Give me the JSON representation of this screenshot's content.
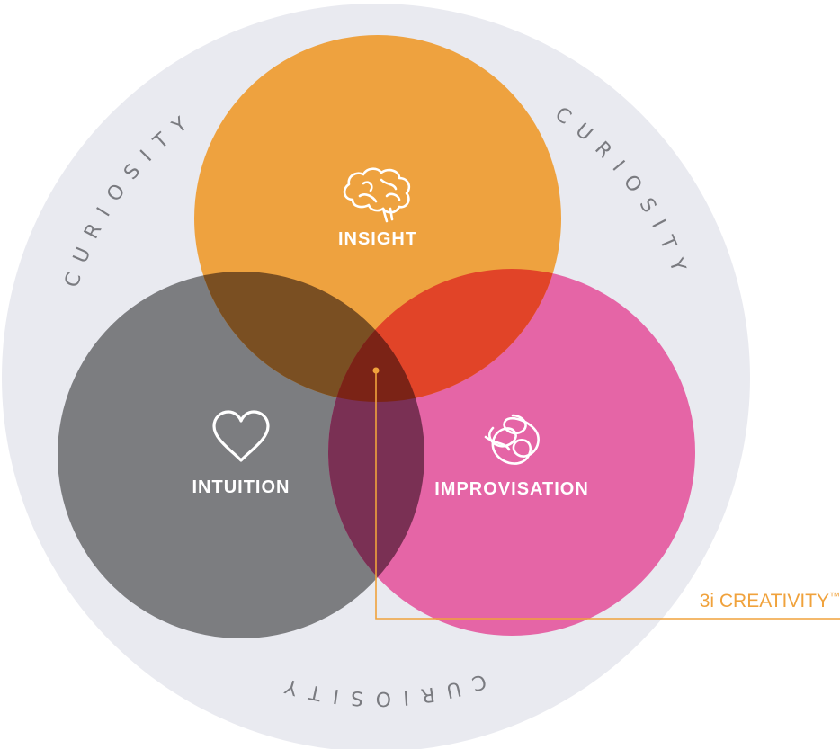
{
  "outer_ring": {
    "label_top_left": "CURIOSITY",
    "label_top_right": "CURIOSITY",
    "label_bottom": "CURIOSITY",
    "color": "#e9eaf0"
  },
  "circles": {
    "insight": {
      "label": "INSIGHT",
      "color": "#eea23f",
      "icon": "brain-icon"
    },
    "intuition": {
      "label": "INTUITION",
      "color": "#7c7d80",
      "icon": "heart-icon"
    },
    "improvisation": {
      "label": "IMPROVISATION",
      "color": "#e565a6",
      "icon": "scribble-icon"
    }
  },
  "overlaps": {
    "insight_intuition": "#7a4f22",
    "insight_improvisation": "#e14428",
    "intuition_improvisation": "#7a3054",
    "center": "#7b2316"
  },
  "callout": {
    "label": "3i CREATIVITY",
    "trademark": "™",
    "color": "#f0a23c"
  }
}
